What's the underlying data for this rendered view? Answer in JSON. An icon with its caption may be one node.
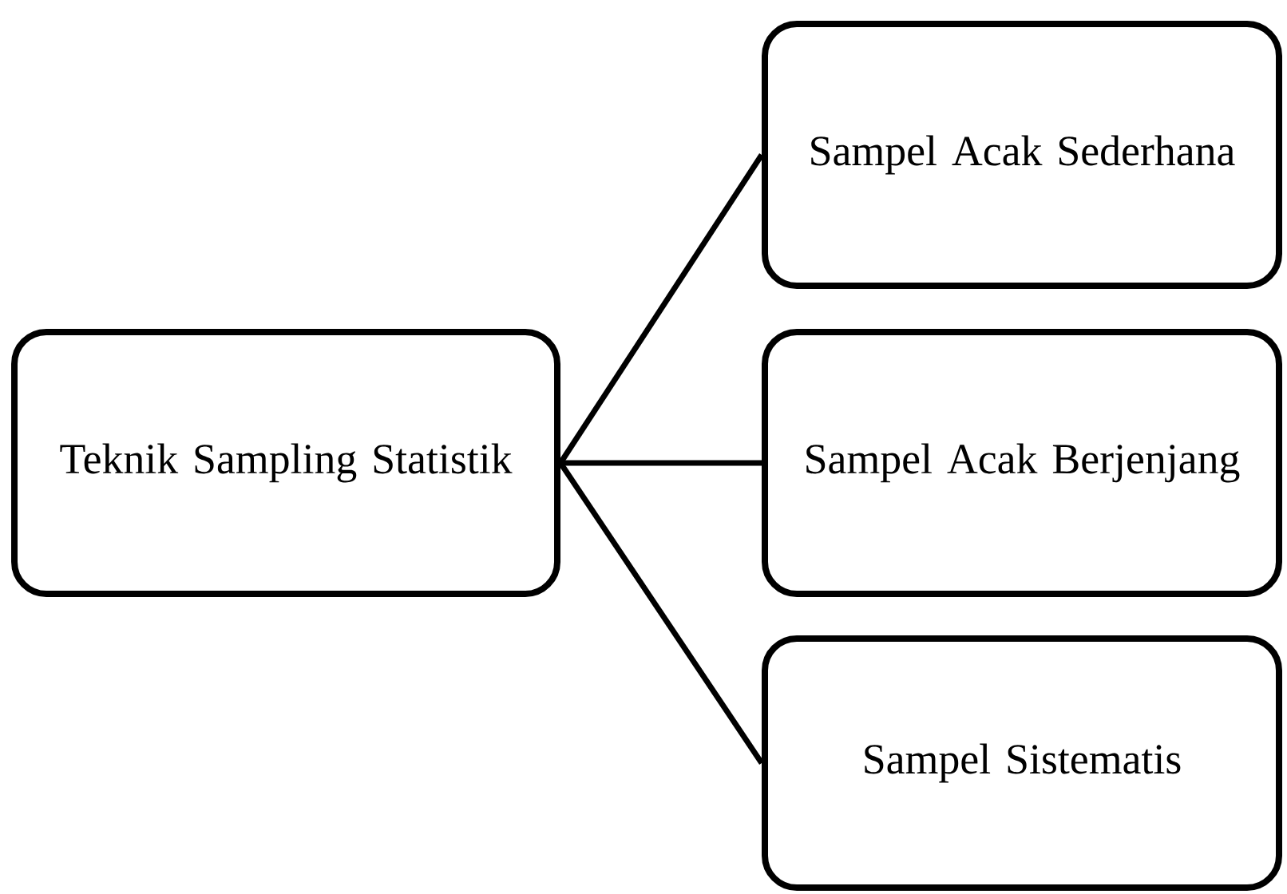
{
  "diagram": {
    "nodes": [
      {
        "text": [
          "Teknik Sampling Statistik"
        ]
      },
      {
        "text": [
          "Sampel Acak Sederhana"
        ]
      },
      {
        "text": [
          "Sampel Acak Berjenjang"
        ]
      },
      {
        "text": [
          "Sampel Sistematis"
        ]
      }
    ],
    "edges": [
      {
        "from": 0,
        "to": 1,
        "arrow": "none"
      },
      {
        "from": 0,
        "to": 2,
        "arrow": "none"
      },
      {
        "from": 0,
        "to": 3,
        "arrow": "none"
      }
    ]
  }
}
